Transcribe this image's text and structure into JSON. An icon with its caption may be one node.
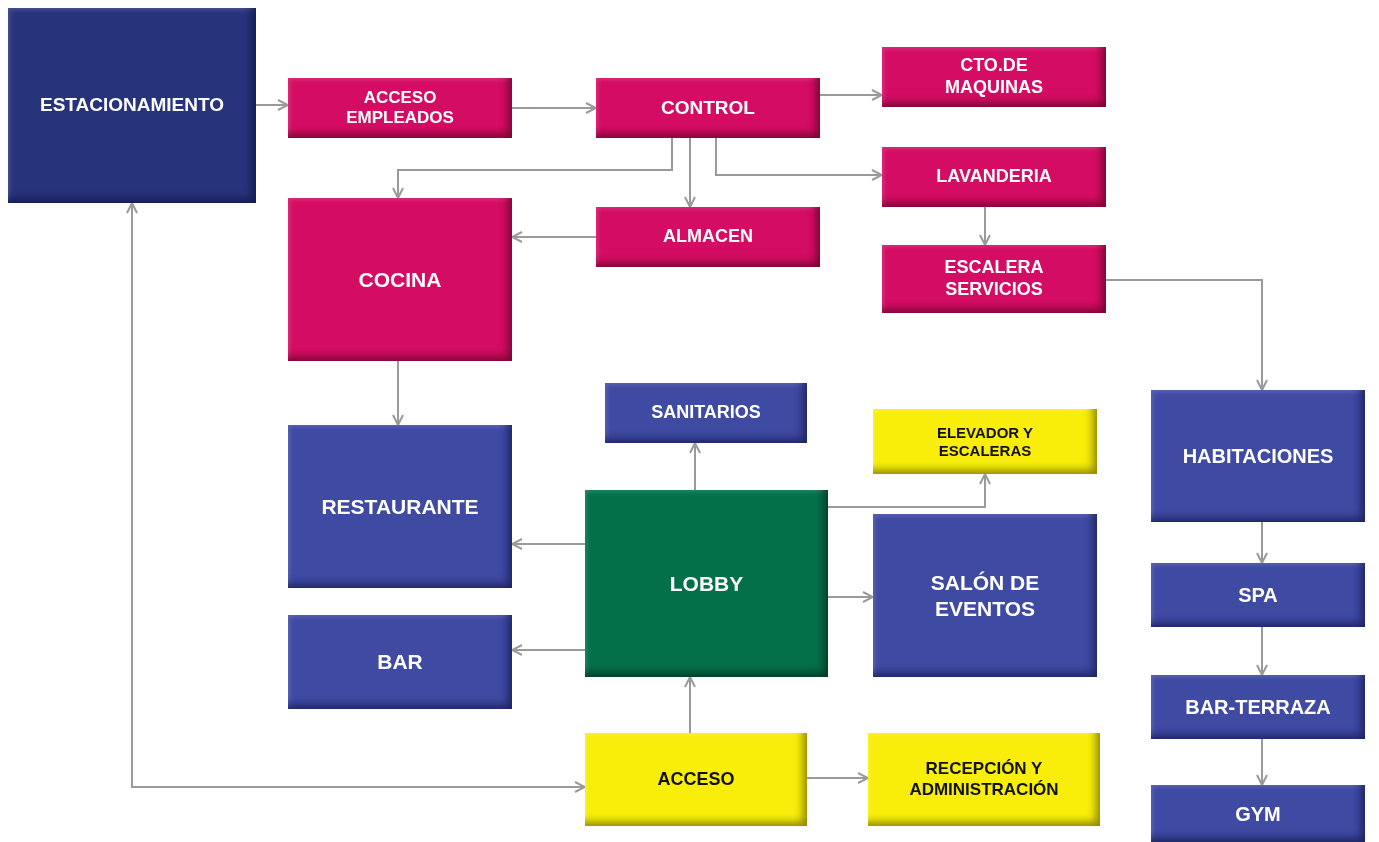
{
  "diagram": {
    "nodes": [
      {
        "text": [
          "ESTACIONAMIENTO"
        ]
      },
      {
        "text": [
          "ACCESO EMPLEADOS"
        ]
      },
      {
        "text": [
          "CONTROL"
        ]
      },
      {
        "text": [
          "CTO.DE MAQUINAS"
        ]
      },
      {
        "text": [
          "LAVANDERIA"
        ]
      },
      {
        "text": [
          "COCINA"
        ]
      },
      {
        "text": [
          "ALMACEN"
        ]
      },
      {
        "text": [
          "ESCALERA SERVICIOS"
        ]
      },
      {
        "text": [
          "SANITARIOS"
        ]
      },
      {
        "text": [
          "ELEVADOR Y ESCALERAS"
        ]
      },
      {
        "text": [
          "HABITACIONES"
        ]
      },
      {
        "text": [
          "RESTAURANTE"
        ]
      },
      {
        "text": [
          "LOBBY"
        ]
      },
      {
        "text": [
          "SALÓN DE EVENTOS"
        ]
      },
      {
        "text": [
          "SPA"
        ]
      },
      {
        "text": [
          "BAR"
        ]
      },
      {
        "text": [
          "BAR-TERRAZA"
        ]
      },
      {
        "text": [
          "ACCESO"
        ]
      },
      {
        "text": [
          "RECEPCIÓN Y ADMINISTRACIÓN"
        ]
      },
      {
        "text": [
          "GYM"
        ]
      }
    ],
    "edges": [
      {
        "from": 0,
        "to": 1,
        "arrow": "to"
      },
      {
        "from": 1,
        "to": 2,
        "arrow": "to"
      },
      {
        "from": 2,
        "to": 3,
        "arrow": "to"
      },
      {
        "from": 2,
        "to": 5,
        "arrow": "to"
      },
      {
        "from": 2,
        "to": 6,
        "arrow": "to"
      },
      {
        "from": 2,
        "to": 4,
        "arrow": "to"
      },
      {
        "from": 4,
        "to": 7,
        "arrow": "to"
      },
      {
        "from": 7,
        "to": 10,
        "arrow": "to"
      },
      {
        "from": 6,
        "to": 5,
        "arrow": "to"
      },
      {
        "from": 5,
        "to": 11,
        "arrow": "to"
      },
      {
        "from": 12,
        "to": 8,
        "arrow": "to"
      },
      {
        "from": 12,
        "to": 9,
        "arrow": "to"
      },
      {
        "from": 12,
        "to": 11,
        "arrow": "to"
      },
      {
        "from": 12,
        "to": 13,
        "arrow": "to"
      },
      {
        "from": 12,
        "to": 15,
        "arrow": "to"
      },
      {
        "from": 17,
        "to": 12,
        "arrow": "to"
      },
      {
        "from": 17,
        "to": 18,
        "arrow": "to"
      },
      {
        "from": 0,
        "to": 17,
        "arrow": "both"
      },
      {
        "from": 10,
        "to": 14,
        "arrow": "to"
      },
      {
        "from": 14,
        "to": 16,
        "arrow": "to"
      },
      {
        "from": 16,
        "to": 19,
        "arrow": "to"
      }
    ]
  }
}
